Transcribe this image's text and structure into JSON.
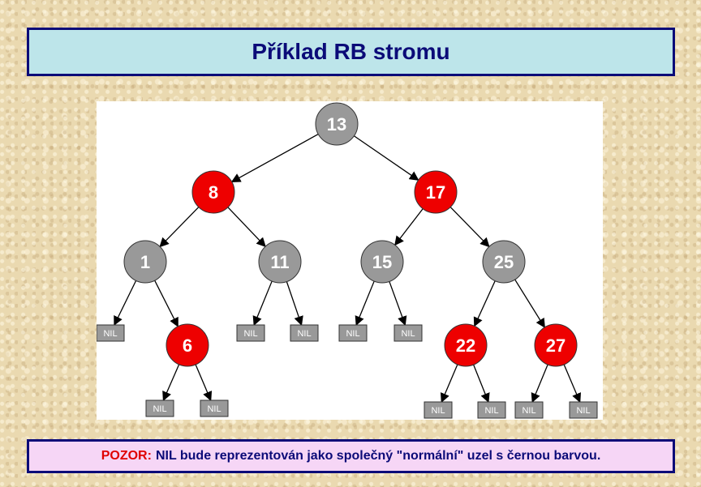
{
  "title": "Příklad RB stromu",
  "note": {
    "label": "POZOR:",
    "text": "NIL bude reprezentován jako společný \"normální\" uzel s černou barvou."
  },
  "colors": {
    "red_node": "#ee0000",
    "black_node": "#999999",
    "nil_box": "#999999",
    "title_border": "#0b0b78",
    "title_bg": "#bde5ea",
    "note_bg": "#f6d6f6"
  },
  "tree": {
    "nodes": [
      {
        "id": "n13",
        "label": "13",
        "color": "black"
      },
      {
        "id": "n8",
        "label": "8",
        "color": "red"
      },
      {
        "id": "n17",
        "label": "17",
        "color": "red"
      },
      {
        "id": "n1",
        "label": "1",
        "color": "black"
      },
      {
        "id": "n11",
        "label": "11",
        "color": "black"
      },
      {
        "id": "n15",
        "label": "15",
        "color": "black"
      },
      {
        "id": "n25",
        "label": "25",
        "color": "black"
      },
      {
        "id": "n6",
        "label": "6",
        "color": "red"
      },
      {
        "id": "n22",
        "label": "22",
        "color": "red"
      },
      {
        "id": "n27",
        "label": "27",
        "color": "red"
      }
    ],
    "nil_label": "NIL",
    "edges": [
      [
        "n13",
        "n8"
      ],
      [
        "n13",
        "n17"
      ],
      [
        "n8",
        "n1"
      ],
      [
        "n8",
        "n11"
      ],
      [
        "n17",
        "n15"
      ],
      [
        "n17",
        "n25"
      ],
      [
        "n1",
        "nil1"
      ],
      [
        "n1",
        "n6"
      ],
      [
        "n11",
        "nil2"
      ],
      [
        "n11",
        "nil3"
      ],
      [
        "n15",
        "nil4"
      ],
      [
        "n15",
        "nil5"
      ],
      [
        "n25",
        "n22"
      ],
      [
        "n25",
        "n27"
      ],
      [
        "n6",
        "nil6"
      ],
      [
        "n6",
        "nil7"
      ],
      [
        "n22",
        "nil8"
      ],
      [
        "n22",
        "nil9"
      ],
      [
        "n27",
        "nil10"
      ],
      [
        "n27",
        "nil11"
      ]
    ]
  }
}
